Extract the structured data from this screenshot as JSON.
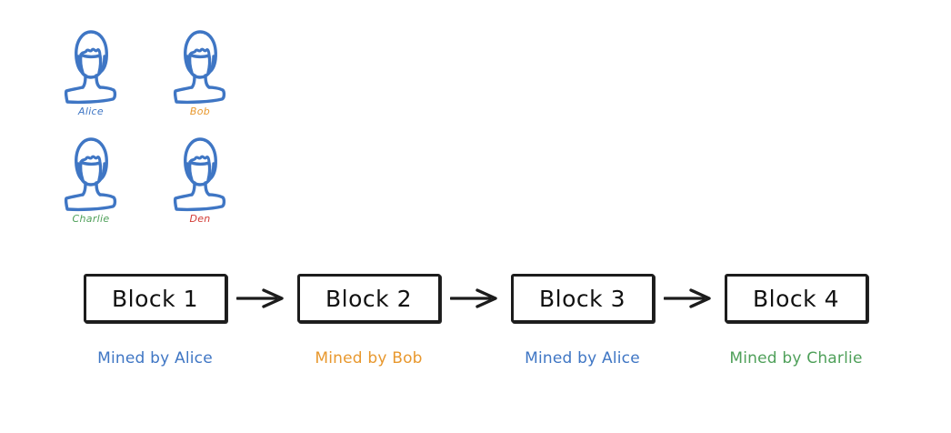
{
  "background_color": "#ffffff",
  "participants": {
    "rows": [
      [
        {
          "name": "Alice",
          "color": "#3F76C4",
          "icon": "person-avatar-icon"
        },
        {
          "name": "Bob",
          "color": "#E8982E",
          "icon": "person-avatar-icon"
        }
      ],
      [
        {
          "name": "Charlie",
          "color": "#4FA05A",
          "icon": "person-avatar-icon"
        },
        {
          "name": "Den",
          "color": "#D33A35",
          "icon": "person-avatar-icon"
        }
      ]
    ]
  },
  "chain": {
    "arrow_icon": "arrow-right-icon",
    "arrow_color": "#1c1c1c",
    "block_border_color": "#1c1c1c",
    "blocks": [
      {
        "label": "Block 1",
        "miner_text": "Mined by Alice",
        "miner_color": "#3F76C4"
      },
      {
        "label": "Block 2",
        "miner_text": "Mined by Bob",
        "miner_color": "#E8982E"
      },
      {
        "label": "Block 3",
        "miner_text": "Mined by Alice",
        "miner_color": "#3F76C4"
      },
      {
        "label": "Block 4",
        "miner_text": "Mined by Charlie",
        "miner_color": "#4FA05A"
      }
    ]
  }
}
